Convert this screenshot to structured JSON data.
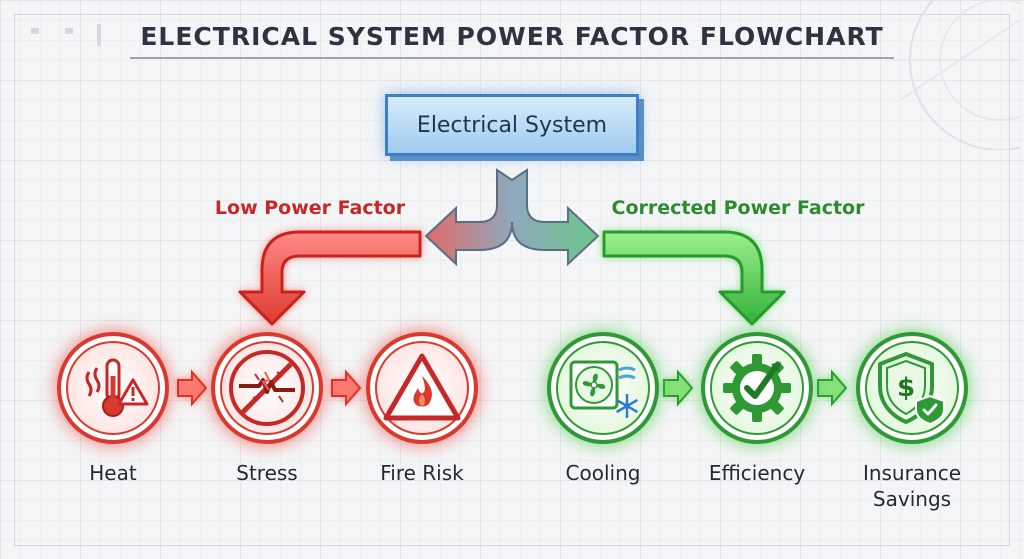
{
  "title": "ELECTRICAL SYSTEM POWER FACTOR FLOWCHART",
  "system": {
    "label": "Electrical System"
  },
  "branches": {
    "low": {
      "label": "Low Power Factor",
      "color": "#c62828"
    },
    "corrected": {
      "label": "Corrected Power Factor",
      "color": "#2e8b2e"
    }
  },
  "nodes": [
    {
      "label": "Heat",
      "icon": "thermometer-warning-icon",
      "group": "low"
    },
    {
      "label": "Stress",
      "icon": "broken-cable-icon",
      "group": "low"
    },
    {
      "label": "Fire Risk",
      "icon": "fire-warning-icon",
      "group": "low"
    },
    {
      "label": "Cooling",
      "icon": "fan-snowflake-icon",
      "group": "corrected"
    },
    {
      "label": "Efficiency",
      "icon": "gear-check-icon",
      "group": "corrected"
    },
    {
      "label": "Insurance Savings",
      "icon": "shield-dollar-icon",
      "group": "corrected"
    }
  ]
}
